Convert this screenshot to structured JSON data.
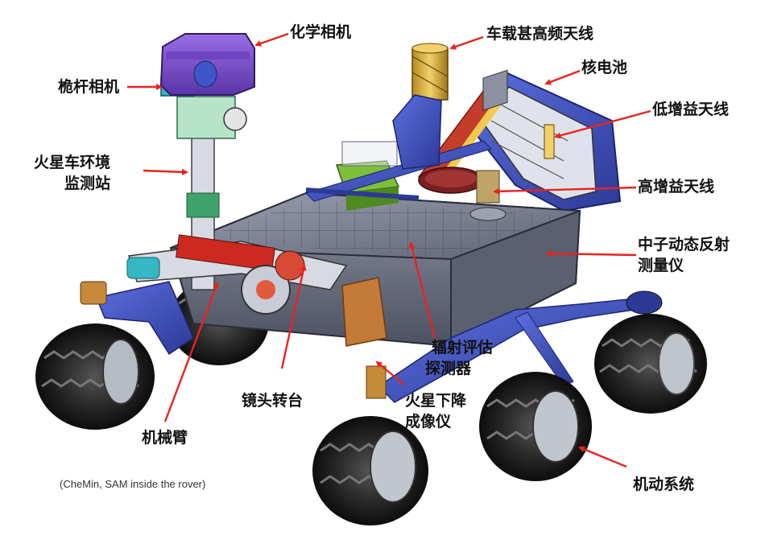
{
  "labels": {
    "chem_camera": "化学相机",
    "mast_camera": "桅杆相机",
    "rems_line1": "火星车环境",
    "rems_line2": "监测站",
    "uhf_antenna": "车载甚高频天线",
    "rtg": "核电池",
    "lga": "低增益天线",
    "hga": "高增益天线",
    "dan_line1": "中子动态反射",
    "dan_line2": "测量仪",
    "rad_line1": "辐射评估",
    "rad_line2": "探测器",
    "mahli": "镜头转台",
    "mardi_line1": "火星下降",
    "mardi_line2": "成像仪",
    "arm": "机械臂",
    "mobility": "机动系统"
  },
  "caption": "(CheMin, SAM inside the rover)",
  "colors": {
    "arrow": "#e8231f",
    "text": "#111111",
    "rover_blue": "#3e4fb8",
    "rover_purple": "#7b4cc9",
    "tire": "#1b1b1b",
    "body_gray": "#6f7584"
  }
}
